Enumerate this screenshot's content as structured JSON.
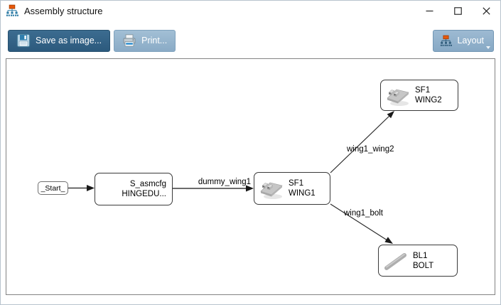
{
  "window": {
    "title": "Assembly structure"
  },
  "toolbar": {
    "save_label": "Save as image...",
    "print_label": "Print...",
    "layout_label": "Layout"
  },
  "colors": {
    "save_button_bg": "#2c5a7d",
    "print_button_bg": "#8aabc6",
    "layout_button_bg": "#87a9c5",
    "button_text": "#ffffff",
    "canvas_border": "#838383",
    "node_border": "#3a3a3a",
    "edge_color": "#3c3c3c",
    "tree_icon_orange": "#e8580a",
    "tree_icon_blue": "#2e7ca6"
  },
  "graph": {
    "nodes": {
      "start": {
        "label": "_Start_"
      },
      "hinge": {
        "line1": "S_asmcfg",
        "line2": "HINGEDU..."
      },
      "wing1": {
        "line1": "SF1",
        "line2": "WING1"
      },
      "wing2": {
        "line1": "SF1",
        "line2": "WING2"
      },
      "bolt": {
        "line1": "BL1",
        "line2": "BOLT"
      }
    },
    "edges": {
      "dummy_wing1": "dummy_wing1",
      "wing1_wing2": "wing1_wing2",
      "wing1_bolt": "wing1_bolt"
    }
  }
}
